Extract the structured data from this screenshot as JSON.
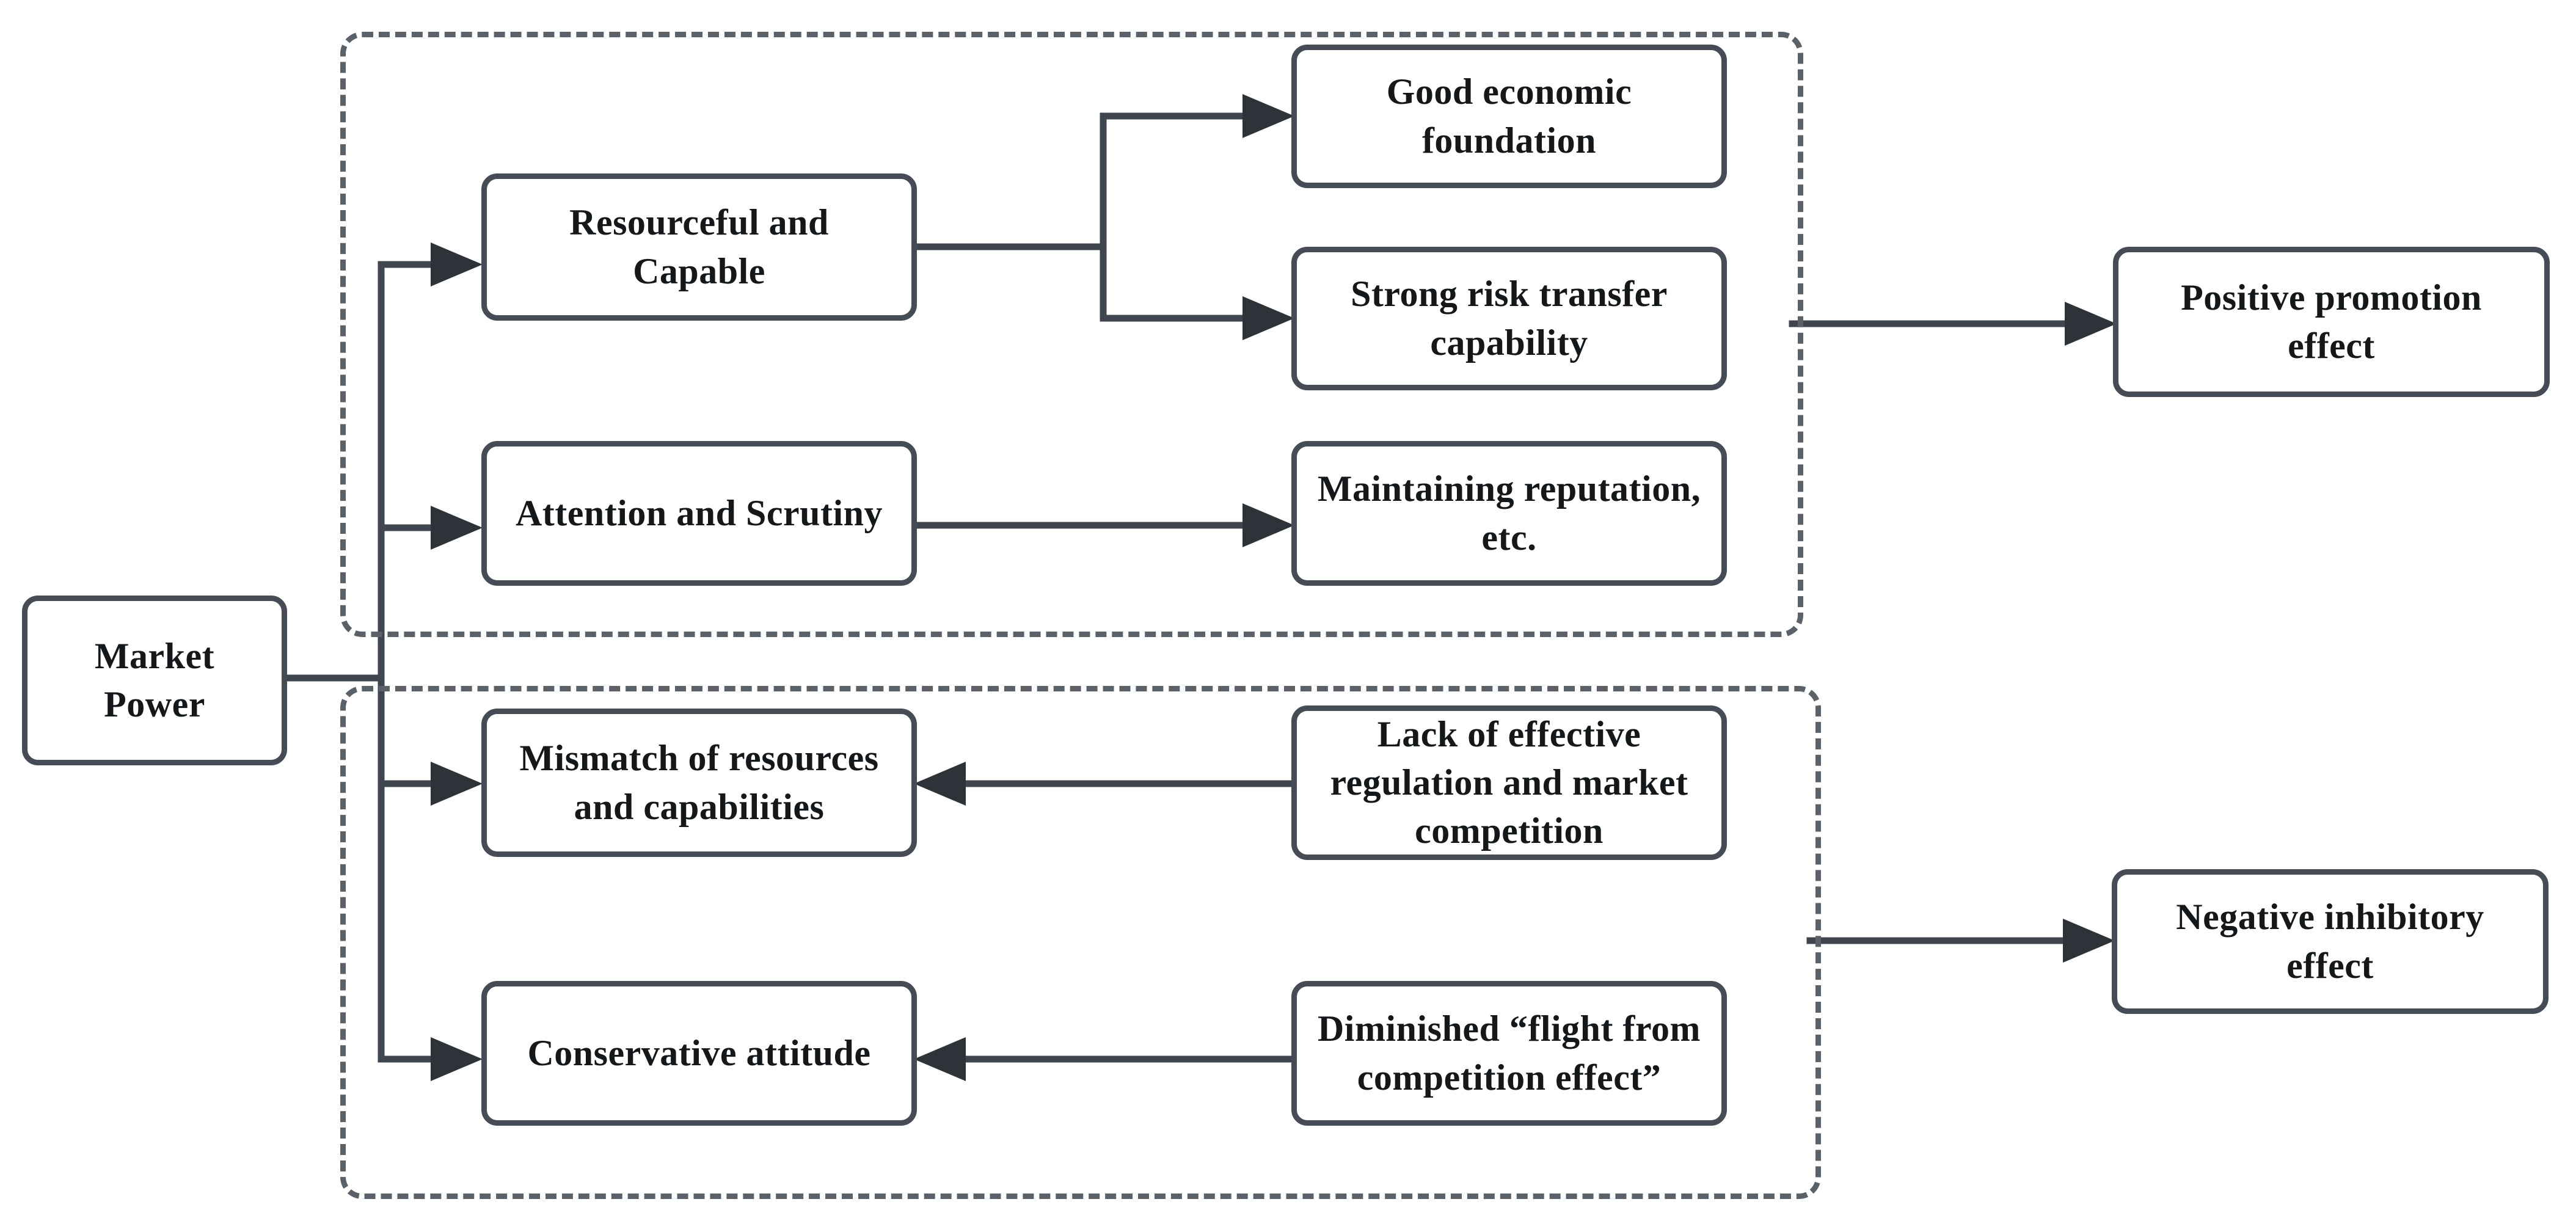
{
  "diagram": {
    "type": "flowchart",
    "background": "#ffffff",
    "colors": {
      "box_border": "#454c56",
      "dashed_group_border": "#5a6169",
      "connector_line": "#3f4650",
      "arrowhead": "#2e3339",
      "text": "#15181b"
    },
    "nodes": {
      "market_power": {
        "label": "Market Power"
      },
      "resourceful_capable": {
        "label": "Resourceful and Capable"
      },
      "attention_scrutiny": {
        "label": "Attention and Scrutiny"
      },
      "good_economic": {
        "label": "Good economic foundation"
      },
      "strong_risk": {
        "label": "Strong risk transfer capability"
      },
      "maintaining_reputation": {
        "label": "Maintaining reputation, etc."
      },
      "positive_effect": {
        "label": "Positive promotion effect"
      },
      "mismatch_resources": {
        "label": "Mismatch of resources and capabilities"
      },
      "lack_regulation": {
        "label": "Lack of effective regulation and market competition"
      },
      "conservative_attitude": {
        "label": "Conservative attitude"
      },
      "diminished_flight": {
        "label": "Diminished “flight from competition effect”"
      },
      "negative_effect": {
        "label": "Negative inhibitory effect"
      }
    },
    "edges": [
      {
        "from": "market_power",
        "to": "resourceful_capable"
      },
      {
        "from": "market_power",
        "to": "attention_scrutiny"
      },
      {
        "from": "market_power",
        "to": "mismatch_resources"
      },
      {
        "from": "market_power",
        "to": "conservative_attitude"
      },
      {
        "from": "resourceful_capable",
        "to": "good_economic"
      },
      {
        "from": "resourceful_capable",
        "to": "strong_risk"
      },
      {
        "from": "attention_scrutiny",
        "to": "maintaining_reputation"
      },
      {
        "from": "lack_regulation",
        "to": "mismatch_resources"
      },
      {
        "from": "diminished_flight",
        "to": "conservative_attitude"
      },
      {
        "from": "positive_group",
        "to": "positive_effect"
      },
      {
        "from": "negative_group",
        "to": "negative_effect"
      }
    ]
  }
}
